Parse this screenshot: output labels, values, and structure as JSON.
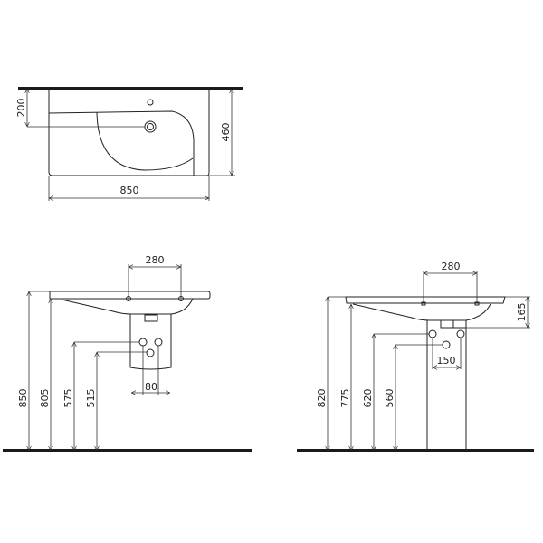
{
  "top_view": {
    "depth": "200",
    "length": "850",
    "width": "460"
  },
  "side_view_left": {
    "tap_spacing": "280",
    "outlet_spacing": "80",
    "height_total": "850",
    "height_basin": "805",
    "height_water": "575",
    "height_drain": "515"
  },
  "side_view_right": {
    "tap_spacing": "280",
    "outlet_spacing": "150",
    "basin_depth": "165",
    "height_total": "820",
    "height_basin": "775",
    "height_water": "620",
    "height_drain": "560"
  }
}
